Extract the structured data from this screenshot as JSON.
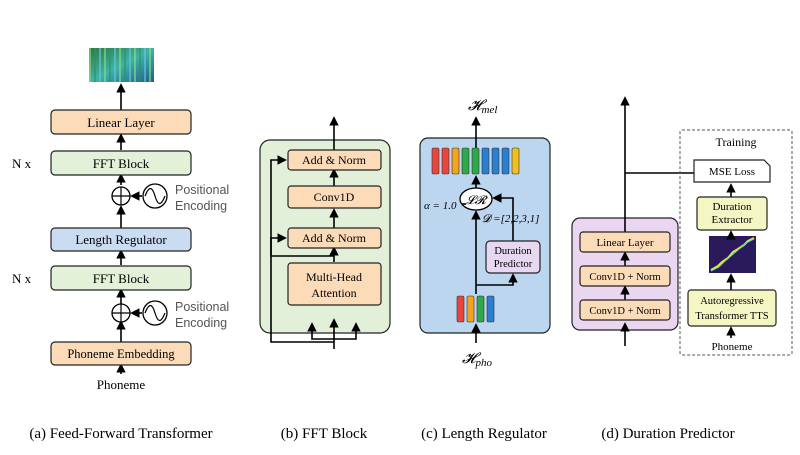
{
  "colors": {
    "orange": "#fcdcb8",
    "green": "#e3f1d8",
    "blue": "#c9dcf2",
    "purple": "#e8d7f1",
    "yellow": "#f4f7c4",
    "panel_b_bg": "#e2efd9",
    "panel_c_bg": "#bdd6ef",
    "panel_d_bg": "#ead6f0"
  },
  "panel_a": {
    "caption": "(a) Feed-Forward Transformer",
    "linear_layer": "Linear Layer",
    "fft_block_top": "FFT Block",
    "fft_block_bottom": "FFT Block",
    "length_regulator": "Length Regulator",
    "phoneme_embedding": "Phoneme Embedding",
    "input_label": "Phoneme",
    "nx_top": "N x",
    "nx_bottom": "N x",
    "pos_enc_1": "Positional",
    "pos_enc_2": "Encoding",
    "pos_enc_3": "Positional",
    "pos_enc_4": "Encoding",
    "mel_icon": "mel-spectrogram-image"
  },
  "panel_b": {
    "caption": "(b) FFT Block",
    "add_norm_top": "Add & Norm",
    "conv1d": "Conv1D",
    "add_norm_bottom": "Add & Norm",
    "mha_line1": "Multi-Head",
    "mha_line2": "Attention"
  },
  "panel_c": {
    "caption": "(c) Length Regulator",
    "output_label": "𝓗",
    "output_sub": "mel",
    "input_label": "𝓗",
    "input_sub": "pho",
    "alpha_label": "α = 1.0",
    "lr_symbol": "𝓛𝓡",
    "d_label": "𝓓 =[2,2,3,1]",
    "duration_line1": "Duration",
    "duration_line2": "Predictor",
    "bar_colors_top": [
      "#e8453c",
      "#e8453c",
      "#f4a21f",
      "#2ea84a",
      "#2ea84a",
      "#2a7fd0",
      "#2a7fd0",
      "#2a7fd0",
      "#f2c01e"
    ],
    "bar_colors_bottom": [
      "#e8453c",
      "#f4a21f",
      "#2ea84a",
      "#2a7fd0"
    ]
  },
  "panel_d": {
    "caption": "(d) Duration Predictor",
    "linear_layer": "Linear Layer",
    "conv_top": "Conv1D + Norm",
    "conv_bottom": "Conv1D + Norm",
    "training_label": "Training",
    "mse_loss": "MSE Loss",
    "extractor_line1": "Duration",
    "extractor_line2": "Extractor",
    "tts_line1": "Autoregressive",
    "tts_line2": "Transformer TTS",
    "input_label": "Phoneme",
    "attention_icon": "attention-alignment-image"
  }
}
